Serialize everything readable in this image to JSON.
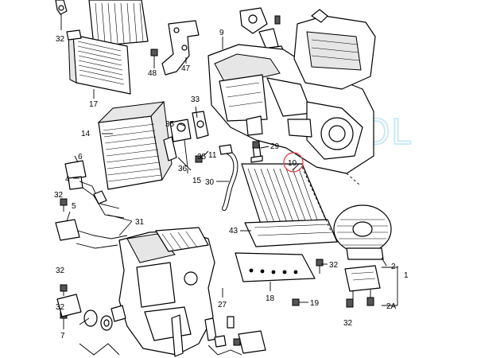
{
  "diagram": {
    "callouts": [
      {
        "id": "c32a",
        "text": "32"
      },
      {
        "id": "c9",
        "text": "9"
      },
      {
        "id": "c48",
        "text": "48"
      },
      {
        "id": "c47",
        "text": "47"
      },
      {
        "id": "c17",
        "text": "17"
      },
      {
        "id": "c33",
        "text": "33"
      },
      {
        "id": "c14",
        "text": "14"
      },
      {
        "id": "c35a",
        "text": "35"
      },
      {
        "id": "c35b",
        "text": "35"
      },
      {
        "id": "c11",
        "text": "11"
      },
      {
        "id": "c36",
        "text": "36"
      },
      {
        "id": "c15",
        "text": "15"
      },
      {
        "id": "c29",
        "text": "29"
      },
      {
        "id": "c10",
        "text": "10"
      },
      {
        "id": "c6",
        "text": "6"
      },
      {
        "id": "c4",
        "text": "4"
      },
      {
        "id": "c32b",
        "text": "32"
      },
      {
        "id": "c30",
        "text": "30"
      },
      {
        "id": "c5",
        "text": "5"
      },
      {
        "id": "c31",
        "text": "31"
      },
      {
        "id": "c43",
        "text": "43"
      },
      {
        "id": "c32c",
        "text": "32"
      },
      {
        "id": "c2a",
        "text": "2"
      },
      {
        "id": "c1",
        "text": "1"
      },
      {
        "id": "c32d",
        "text": "32"
      },
      {
        "id": "c27",
        "text": "27"
      },
      {
        "id": "c18",
        "text": "18"
      },
      {
        "id": "c19",
        "text": "19"
      },
      {
        "id": "c2A",
        "text": "2A"
      },
      {
        "id": "c32e",
        "text": "32"
      },
      {
        "id": "c7",
        "text": "7"
      },
      {
        "id": "c32f",
        "text": "32"
      }
    ],
    "watermark": "SOL",
    "highlight_color": "#e0393e",
    "watermark_color": "#bfe6f5"
  }
}
